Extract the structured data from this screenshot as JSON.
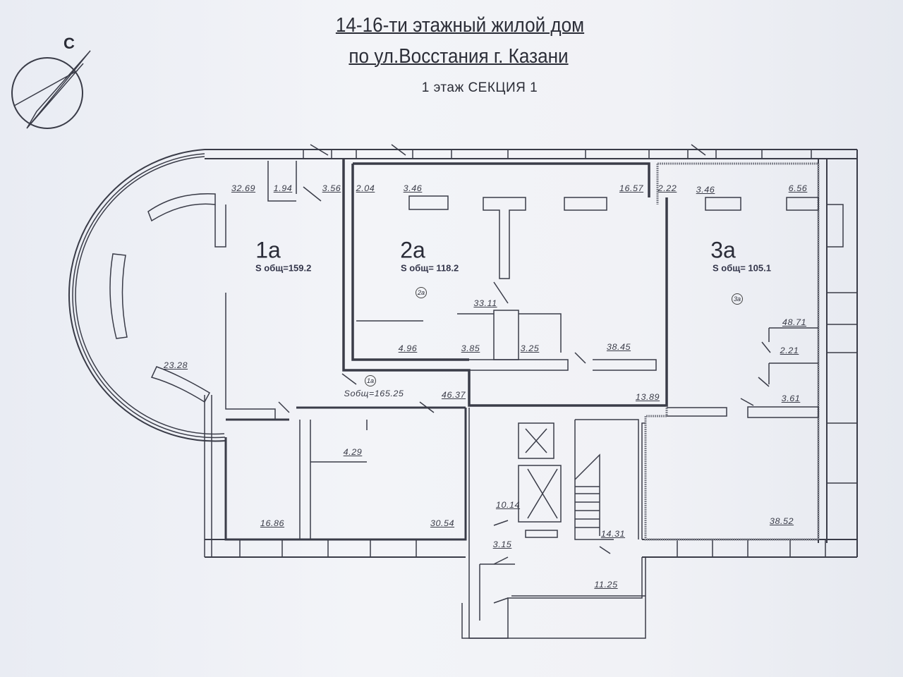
{
  "header": {
    "title_line1": "14-16-ти этажный жилой дом",
    "title_line2": "по ул.Восстания г. Казани",
    "subtitle": "1  этаж   СЕКЦИЯ 1"
  },
  "compass": {
    "north_label": "С"
  },
  "units": [
    {
      "id": "1a",
      "label": "1а",
      "total_area": "S общ=159.2",
      "marker": "1a"
    },
    {
      "id": "2a",
      "label": "2а",
      "total_area": "S общ= 118.2",
      "marker": "2a"
    },
    {
      "id": "3a",
      "label": "3а",
      "total_area": "S общ= 105.1",
      "marker": "3a"
    }
  ],
  "unit1_total_note": "Sобщ=165.25",
  "room_areas": {
    "r32_69": "32.69",
    "r1_94": "1.94",
    "r3_56": "3.56",
    "r2_04": "2.04",
    "r3_46a": "3.46",
    "r16_57": "16.57",
    "r2_22": "2.22",
    "r3_46b": "3.46",
    "r6_56": "6.56",
    "r33_11": "33.11",
    "r4_96": "4.96",
    "r3_85": "3.85",
    "r3_25": "3.25",
    "r38_45": "38.45",
    "r48_71": "48.71",
    "r2_21": "2.21",
    "r3_61": "3.61",
    "r23_28": "23.28",
    "r46_37": "46.37",
    "r13_89": "13.89",
    "r4_29": "4.29",
    "r16_86": "16.86",
    "r30_54": "30.54",
    "r10_14": "10.14",
    "r38_52": "38.52",
    "r3_15": "3.15",
    "r14_31": "14.31",
    "r11_25": "11.25"
  },
  "colors": {
    "ink": "#2f313c",
    "paper": "#f1f2f6",
    "unit3_border": "#8a8c96"
  }
}
